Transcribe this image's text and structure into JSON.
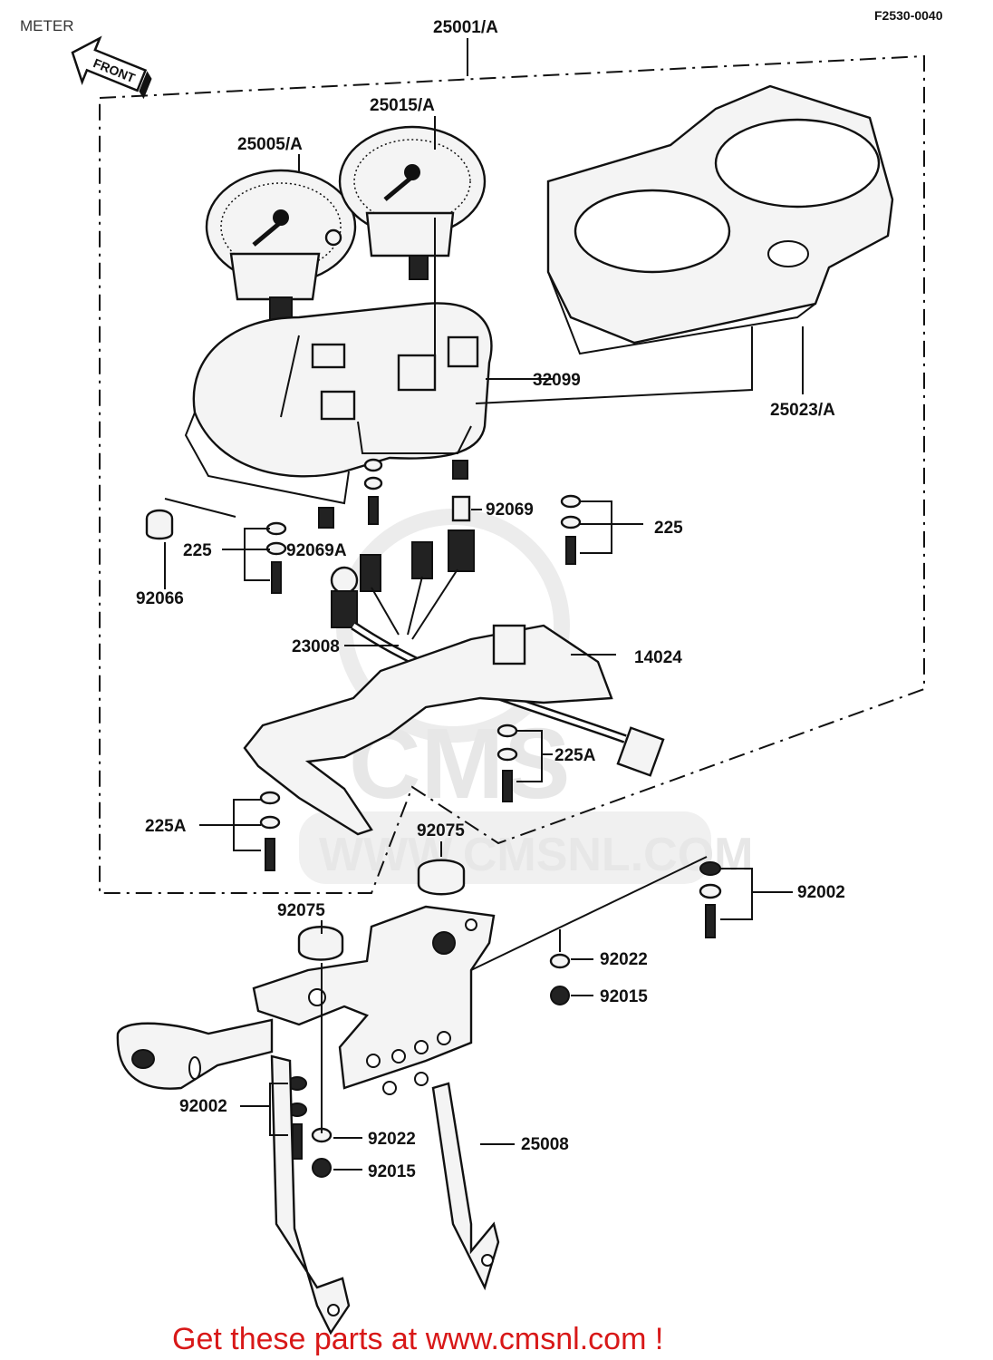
{
  "header": {
    "title": "METER",
    "drawing_code": "F2530-0040",
    "front_label": "FRONT"
  },
  "watermark": {
    "text": "WWW.CMSNL.COM",
    "logo_text": "CMS"
  },
  "footer": {
    "text": "Get these parts at www.cmsnl.com !",
    "color": "#d81818"
  },
  "parts": [
    "25001/A",
    "25015/A",
    "25005/A",
    "32099",
    "25023/A",
    "92069",
    "225",
    "225",
    "92069A",
    "92066",
    "23008",
    "14024",
    "225A",
    "225A",
    "92075",
    "92002",
    "92075",
    "92022",
    "92015",
    "92002",
    "92022",
    "92015",
    "25008"
  ]
}
